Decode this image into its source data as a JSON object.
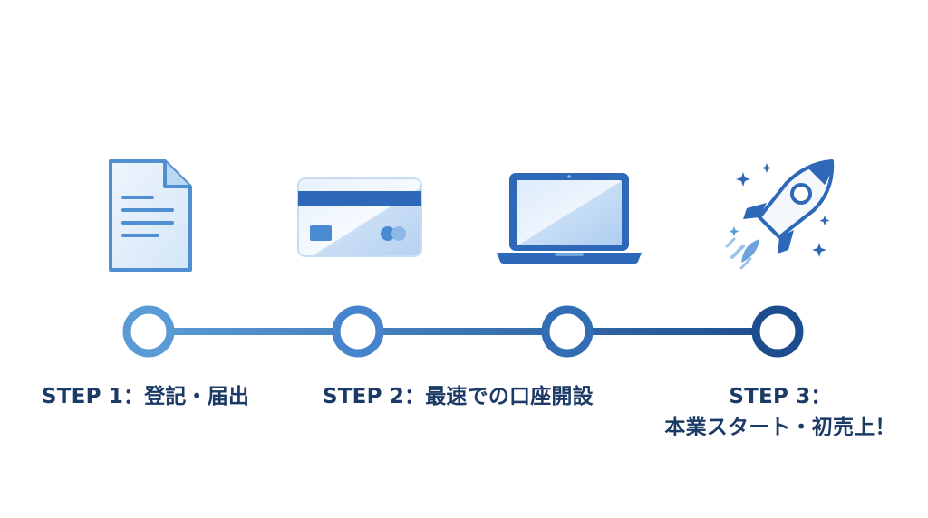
{
  "steps": [
    {
      "label": "STEP 1：登記・届出",
      "icon": "document-icon"
    },
    {
      "label": "STEP 2：最速での口座開設",
      "icon": "credit-card-icon"
    },
    {
      "label_line1": "STEP 3：",
      "label_line2": "本業スタート・初売上！",
      "icon": "rocket-icon"
    }
  ],
  "milestone_icon": "laptop-icon",
  "colors": {
    "light_blue": "#5b9bd5",
    "mid_blue": "#3a78c4",
    "dark_blue": "#1d4d8f",
    "label": "#1b3a66",
    "icon_fill": "#e6f0fb"
  }
}
